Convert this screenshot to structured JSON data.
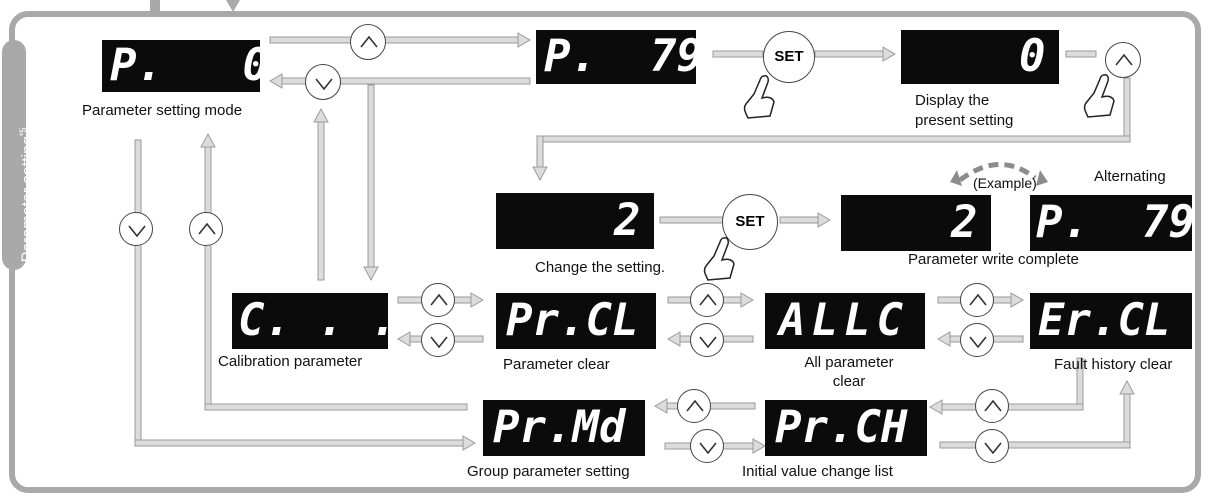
{
  "side_label": "Parameter setting",
  "side_label_sup": "*5",
  "displays": {
    "p0": "P.   0",
    "p79": "P.  79",
    "present": "0",
    "change": "2",
    "write": "2",
    "alt": "P.  79",
    "cal": "C. . .",
    "prcl": "Pr.CL",
    "allc": "ALLC",
    "ercl": "Er.CL",
    "prmd": "Pr.Md",
    "prch": "Pr.CH"
  },
  "labels": {
    "param_mode": "Parameter setting mode",
    "display_present_1": "Display the",
    "display_present_2": "present setting",
    "change_setting": "Change the setting.",
    "example": "(Example)",
    "alternating": "Alternating",
    "write_complete": "Parameter write complete",
    "calibration": "Calibration parameter",
    "param_clear": "Parameter clear",
    "all_clear_1": "All parameter",
    "all_clear_2": "clear",
    "fault_clear": "Fault history clear",
    "group_setting": "Group parameter setting",
    "initial_list": "Initial value change list"
  },
  "buttons": {
    "set_label": "SET"
  },
  "colors": {
    "frame": "#a9a9a9",
    "arrow": "#b5b5b5",
    "display_bg": "#0b0b0b",
    "display_fg": "#ffffff",
    "example_arrow": "#8c8c8c"
  },
  "icons": [
    "up-icon",
    "down-icon",
    "hand-pointer-icon"
  ]
}
